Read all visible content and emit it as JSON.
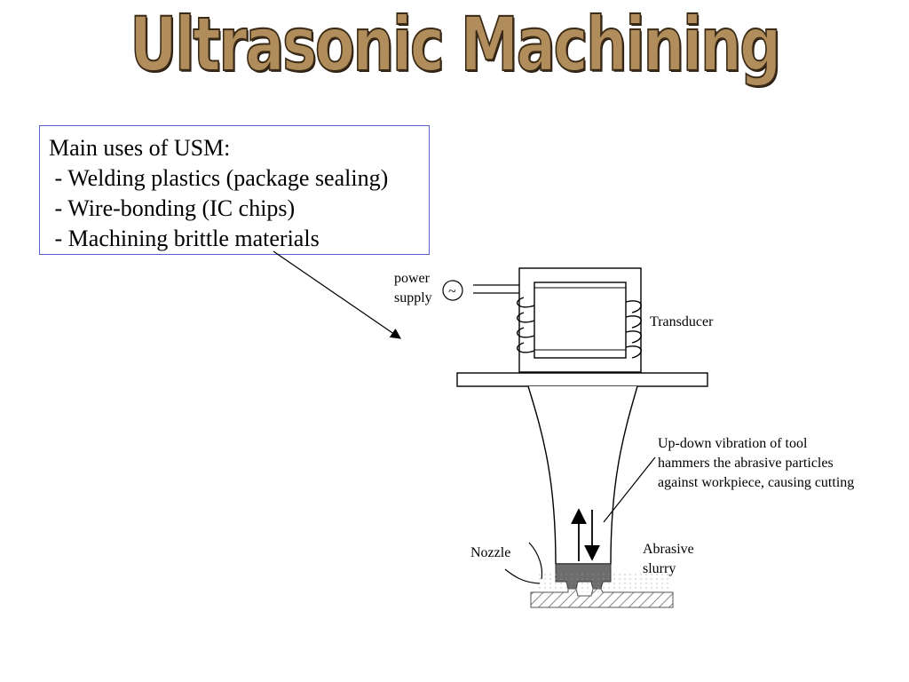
{
  "title": "Ultrasonic Machining",
  "uses_box": {
    "heading": "Main uses of USM:",
    "items": [
      " - Welding plastics (package sealing)",
      " - Wire-bonding (IC chips)",
      " - Machining brittle materials"
    ]
  },
  "diagram": {
    "power_supply_line1": "power",
    "power_supply_line2": "supply",
    "ac_symbol": "~",
    "transducer": "Transducer",
    "vibration_line1": "Up-down vibration of tool",
    "vibration_line2": "hammers the abrasive particles",
    "vibration_line3": "against workpiece, causing cutting",
    "nozzle": "Nozzle",
    "slurry_line1": "Abrasive",
    "slurry_line2": "slurry"
  }
}
